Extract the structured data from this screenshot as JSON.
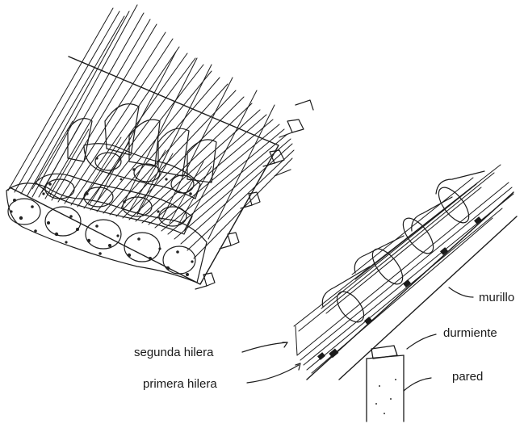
{
  "labels": {
    "murillo": "murillo",
    "durmiente": "durmiente",
    "segunda_hilera": "segunda hilera",
    "primera_hilera": "primera hilera",
    "pared": "pared"
  }
}
